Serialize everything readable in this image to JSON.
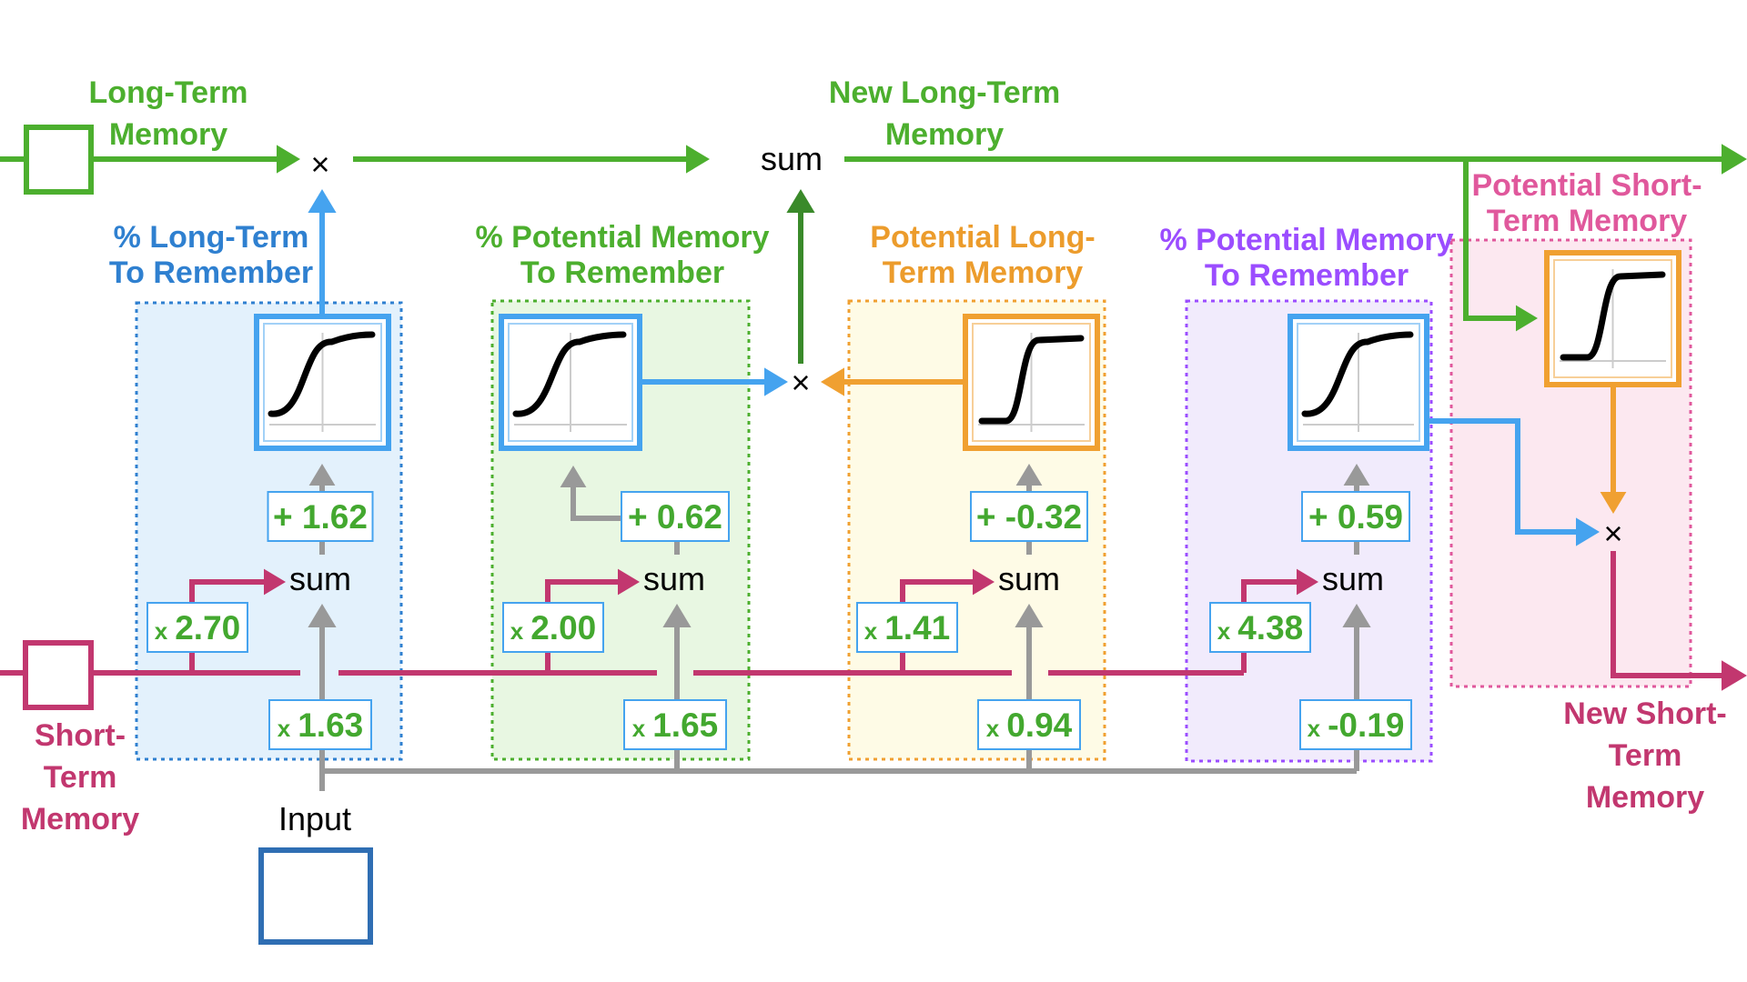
{
  "colors": {
    "green": "#4caf2e",
    "dark_green": "#3a8a2a",
    "blue": "#45a3ef",
    "magenta": "#c2376f",
    "gray": "#999999",
    "orange": "#f0a031",
    "purple": "#9b4dff",
    "pink": "#e0589c",
    "input_blue": "#2f6eb3",
    "label_blue": "#2f80d0",
    "text_orange": "#ec9c2c"
  },
  "labels": {
    "long_term_memory": [
      "Long-Term",
      "Memory"
    ],
    "new_long_term_memory": [
      "New Long-Term",
      "Memory"
    ],
    "short_term_memory": [
      "Short-",
      "Term",
      "Memory"
    ],
    "new_short_term_memory": [
      "New Short-",
      "Term",
      "Memory"
    ],
    "input": "Input"
  },
  "stages": [
    {
      "title": [
        "% Long-Term",
        "To Remember"
      ],
      "title_color": "label_blue",
      "box_color": "label_blue",
      "fill": "#e3f1fc",
      "activation": "sigmoid",
      "activation_color": "blue",
      "short_weight": "2.70",
      "input_weight": "1.63",
      "bias": "+ 1.62"
    },
    {
      "title": [
        "% Potential Memory",
        "To Remember"
      ],
      "title_color": "green",
      "box_color": "green",
      "fill": "#e8f7e2",
      "activation": "sigmoid",
      "activation_color": "blue",
      "short_weight": "2.00",
      "input_weight": "1.65",
      "bias": "+ 0.62"
    },
    {
      "title": [
        "Potential Long-",
        "Term Memory"
      ],
      "title_color": "text_orange",
      "box_color": "orange",
      "fill": "#fefbe6",
      "activation": "tanh",
      "activation_color": "orange",
      "short_weight": "1.41",
      "input_weight": "0.94",
      "bias": "+ -0.32"
    },
    {
      "title": [
        "% Potential Memory",
        "To Remember"
      ],
      "title_color": "purple",
      "box_color": "purple",
      "fill": "#f1ebfc",
      "activation": "sigmoid",
      "activation_color": "blue",
      "short_weight": "4.38",
      "input_weight": "-0.19",
      "bias": "+ 0.59"
    },
    {
      "title": [
        "Potential Short-",
        "Term Memory"
      ],
      "title_color": "pink",
      "box_color": "pink",
      "fill": "#fce8f0",
      "activation": "tanh",
      "activation_color": "orange"
    }
  ],
  "operators": {
    "multiply": "×",
    "sum": "sum",
    "weight_prefix": "x"
  }
}
